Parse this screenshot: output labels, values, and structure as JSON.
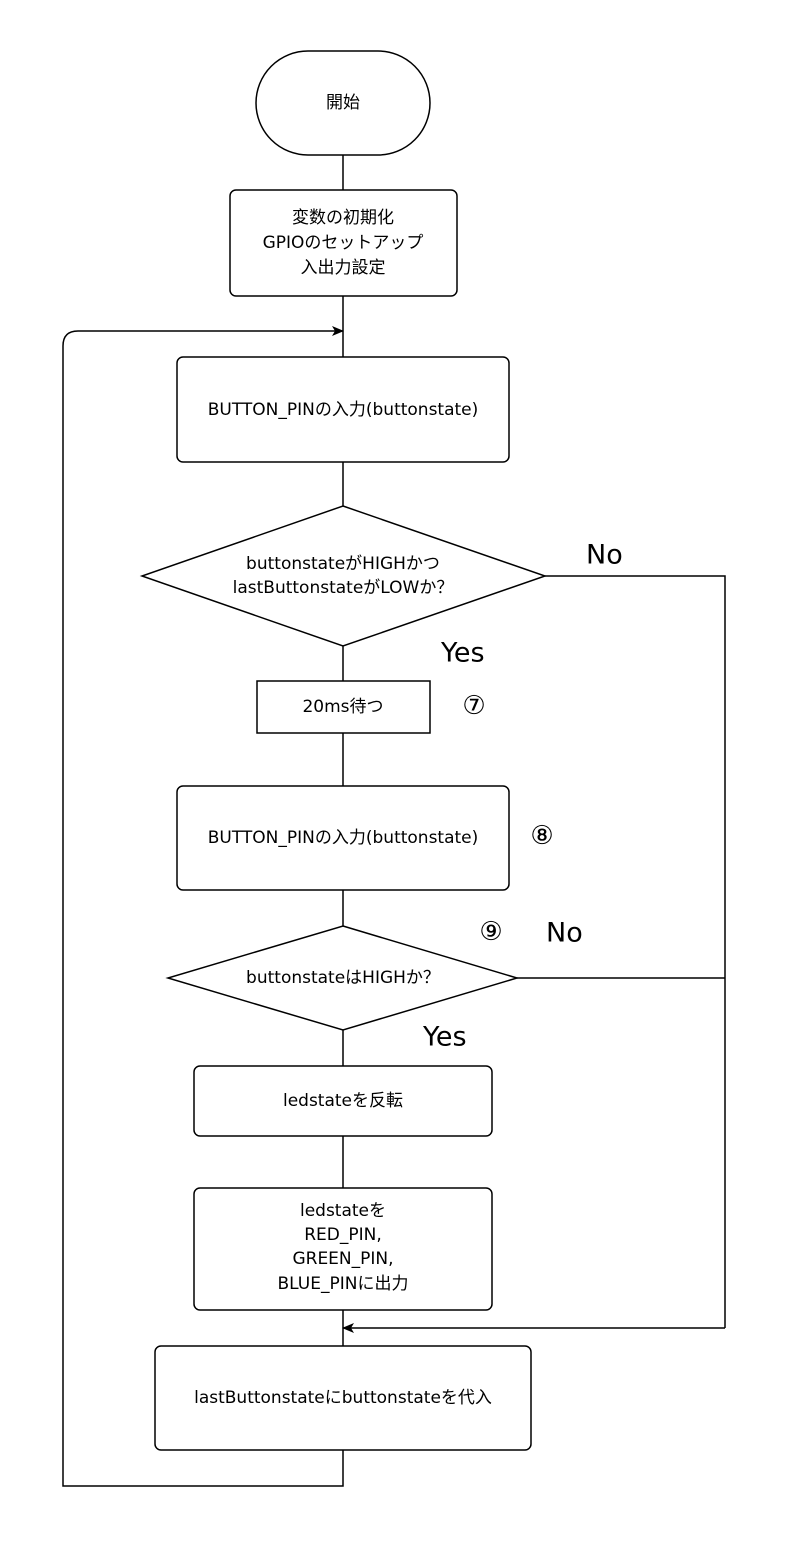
{
  "nodes": {
    "start": "開始",
    "init": [
      "変数の初期化",
      "GPIOのセットアップ",
      "入出力設定"
    ],
    "read1": "BUTTON_PINの入力(buttonstate)",
    "decision1": [
      "buttonstateがHIGHかつ",
      "lastButtonstateがLOWか？"
    ],
    "wait": "20ms待つ",
    "read2": "BUTTON_PINの入力(buttonstate)",
    "decision2": "buttonstateはHIGHか？",
    "toggle": "ledstateを反転",
    "output": [
      "ledstateを",
      "RED_PIN,",
      "GREEN_PIN,",
      "BLUE_PINに出力"
    ],
    "assign": "lastButtonstateにbuttonstateを代入"
  },
  "edge_labels": {
    "d1_no": "No",
    "d1_yes": "Yes",
    "d2_no": "No",
    "d2_yes": "Yes"
  },
  "step_numbers": {
    "wait": "⑦",
    "read2": "⑧",
    "decision2": "⑨"
  }
}
